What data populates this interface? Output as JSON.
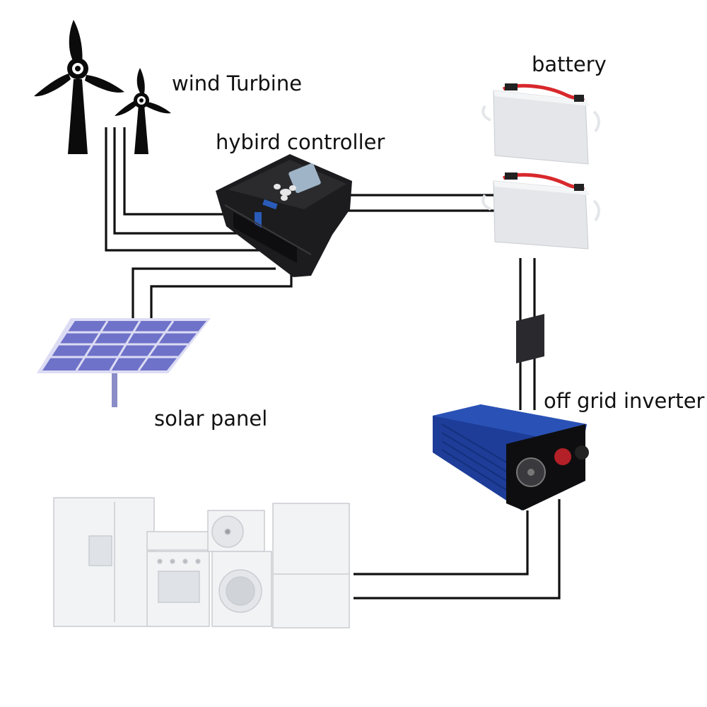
{
  "labels": {
    "wind_turbine": "wind Turbine",
    "hybrid_controller": "hybird controller",
    "battery": "battery",
    "solar_panel": "solar panel",
    "off_grid_inverter": "off grid inverter"
  },
  "colors": {
    "wire": "#111111",
    "turbine": "#0b0b0b",
    "controller_body": "#1c1c1e",
    "controller_screen": "#9fb4c7",
    "controller_port": "#2a5bb8",
    "battery_case": "#e4e6ea",
    "battery_cable_red": "#d8282c",
    "solar_cell": "#6f72c9",
    "solar_frame": "#dcdcf4",
    "inverter_body": "#1d3d98",
    "inverter_panel": "#0e0e10",
    "terminal_red": "#b32027",
    "appliance": "#f2f3f5",
    "appliance_edge": "#c9ccd1"
  },
  "icons": [
    "wind-turbine-icon",
    "hybrid-controller-icon",
    "battery-icon",
    "solar-panel-icon",
    "inverter-icon",
    "home-appliances-icon"
  ]
}
